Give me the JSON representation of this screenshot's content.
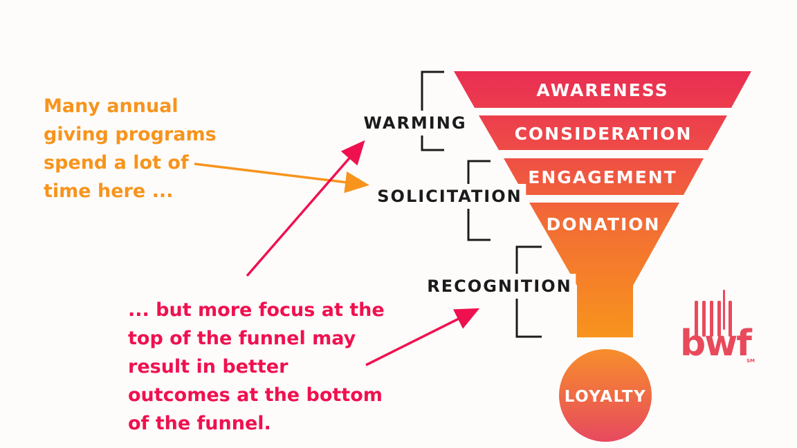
{
  "annotations": {
    "top_note": {
      "color": "#f7941d",
      "lines": [
        "Many annual",
        "giving programs",
        "spend a lot of",
        "time here ..."
      ]
    },
    "bottom_note": {
      "color": "#ef114f",
      "lines": [
        "... but more focus at the",
        "top of the funnel may",
        "result in better",
        "outcomes at the bottom",
        "of the funnel."
      ]
    }
  },
  "funnel": {
    "stages": [
      {
        "label": "AWARENESS"
      },
      {
        "label": "CONSIDERATION"
      },
      {
        "label": "ENGAGEMENT"
      },
      {
        "label": "DONATION"
      }
    ],
    "loyalty_label": "LOYALTY",
    "colors": {
      "gradient_top": "#ea2e53",
      "gradient_bottom": "#f8941d",
      "loyalty_top": "#f78e2b",
      "loyalty_bottom": "#e7495f"
    }
  },
  "phases": [
    {
      "label": "WARMING"
    },
    {
      "label": "SOLICITATION"
    },
    {
      "label": "RECOGNITION"
    }
  ],
  "arrows": {
    "orange_color": "#f7941d",
    "pink_color": "#ef114f"
  },
  "logo": {
    "text": "bwf",
    "trademark": "SM",
    "color": "#e84a5c",
    "accent_color": "#f7941d"
  }
}
